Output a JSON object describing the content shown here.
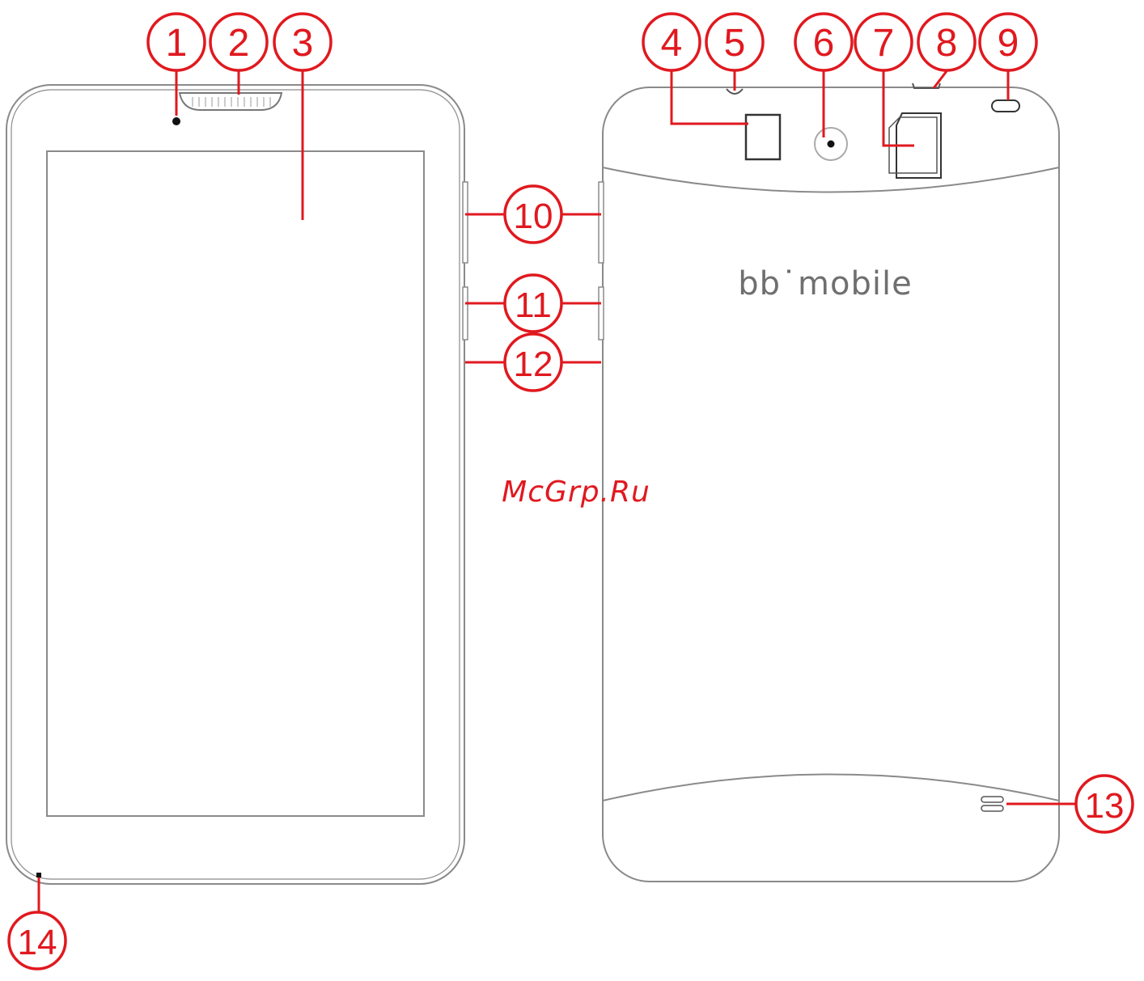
{
  "colors": {
    "line": "#8a8a8a",
    "callout": "#e0191f",
    "brand_text": "#6f6f6f",
    "watermark": "#e0191f"
  },
  "brand": {
    "logo_text": "bb˙mobile"
  },
  "watermark": {
    "text": "McGrp.Ru"
  },
  "callouts": [
    {
      "number": "1"
    },
    {
      "number": "2"
    },
    {
      "number": "3"
    },
    {
      "number": "4"
    },
    {
      "number": "5"
    },
    {
      "number": "6"
    },
    {
      "number": "7"
    },
    {
      "number": "8"
    },
    {
      "number": "9"
    },
    {
      "number": "10"
    },
    {
      "number": "11"
    },
    {
      "number": "12"
    },
    {
      "number": "13"
    },
    {
      "number": "14"
    }
  ]
}
